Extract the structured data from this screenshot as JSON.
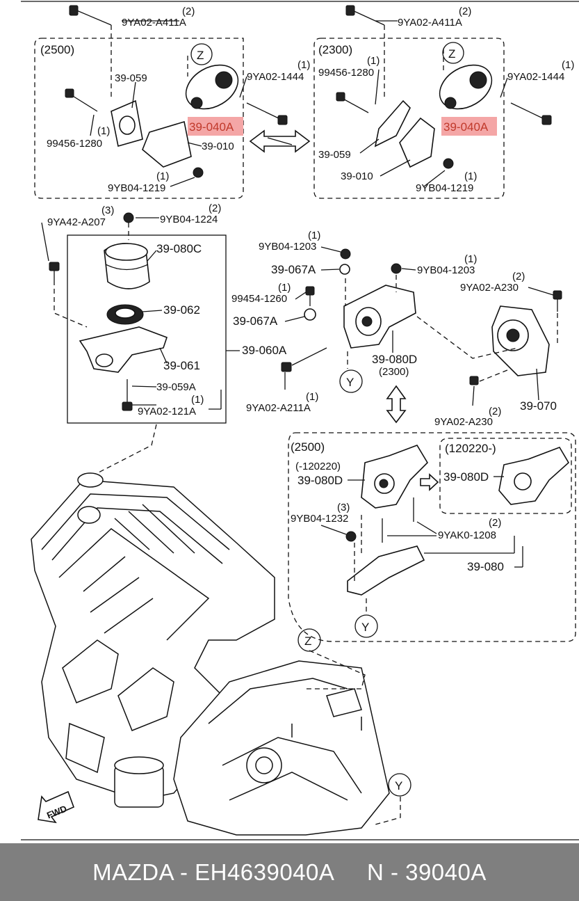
{
  "labels": {
    "variant_2500_top": "(2500)",
    "variant_2300_top": "(2300)",
    "bolt_left_qty": "(2)",
    "bolt_left": "9YA02-A411A",
    "bolt_right_qty": "(2)",
    "bolt_right": "9YA02-A411A",
    "left_39059": "39-059",
    "left_ya02_1444_qty": "(1)",
    "left_ya02_1444": "9YA02-1444",
    "left_99456_qty": "(1)",
    "left_99456": "99456-1280",
    "left_39040a": "39-040A",
    "left_39010": "39-010",
    "left_yb04_1219_qty": "(1)",
    "left_yb04_1219": "9YB04-1219",
    "right_99456_qty": "(1)",
    "right_99456": "99456-1280",
    "right_ya02_1444_qty": "(1)",
    "right_ya02_1444": "9YA02-1444",
    "right_39040a": "39-040A",
    "right_39059": "39-059",
    "right_39010": "39-010",
    "right_yb04_1219_qty": "(1)",
    "right_yb04_1219": "9YB04-1219",
    "ya42_qty": "(3)",
    "ya42": "9YA42-A207",
    "yb04_1224_qty": "(2)",
    "yb04_1224": "9YB04-1224",
    "l39080c": "39-080C",
    "l39062": "39-062",
    "l39060a": "39-060A",
    "l39061": "39-061",
    "l39059a": "39-059A",
    "ya02_121a_qty": "(1)",
    "ya02_121a": "9YA02-121A",
    "yb04_1203a_qty": "(1)",
    "yb04_1203a": "9YB04-1203",
    "l39067a_top": "39-067A",
    "s99454_qty": "(1)",
    "s99454": "99454-1260",
    "l39067a_bot": "39-067A",
    "yb04_1203b_qty": "(1)",
    "yb04_1203b": "9YB04-1203",
    "ya02_a230a_qty": "(2)",
    "ya02_a230a": "9YA02-A230",
    "l39080d": "39-080D",
    "l39080d_var": "(2300)",
    "ya02_a211a_qty": "(1)",
    "ya02_a211a": "9YA02-A211A",
    "ya02_a230b_qty": "(2)",
    "ya02_a230b": "9YA02-A230",
    "l39070": "39-070",
    "variant_2500_bot": "(2500)",
    "variant_120220": "(120220-)",
    "variant_minus_120220": "(-120220)",
    "l39080d_b": "39-080D",
    "l39080d_c": "39-080D",
    "yb04_1232_qty": "(3)",
    "yb04_1232": "9YB04-1232",
    "yak0_1208_qty": "(2)",
    "yak0_1208": "9YAK0-1208",
    "l39080": "39-080",
    "marker_z": "Z",
    "marker_y": "Y",
    "fwd": "FWD"
  },
  "highlight_color": "#f4a6a6",
  "footer": {
    "text": "MAZDA - EH4639040A     N - 39040A"
  }
}
